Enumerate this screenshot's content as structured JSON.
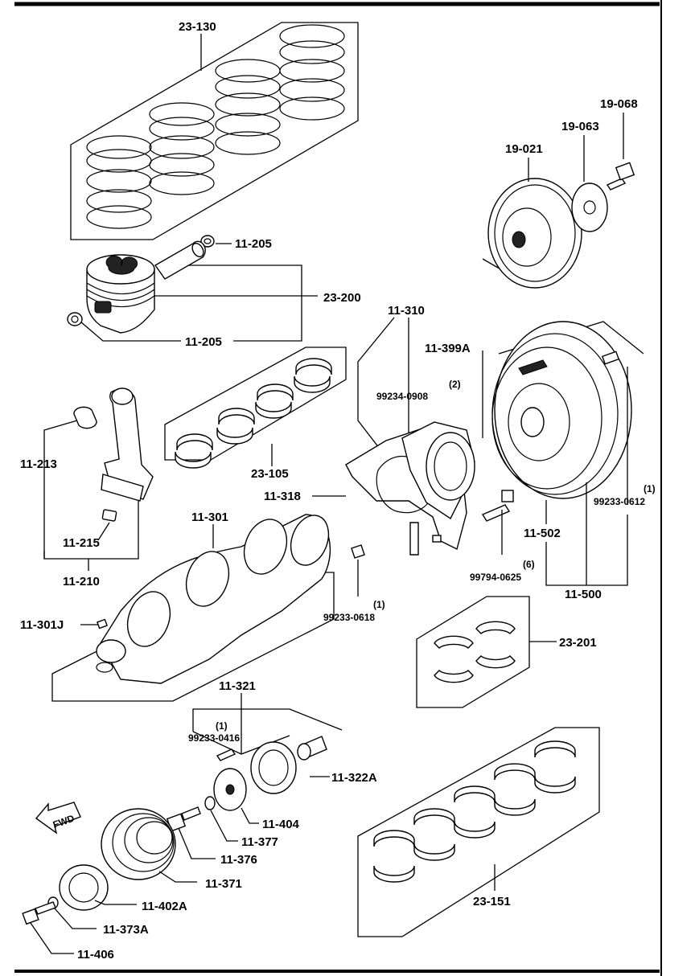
{
  "callouts": {
    "c23_130": "23-130",
    "c11_205_top": "11-205",
    "c23_200": "23-200",
    "c11_205_bot": "11-205",
    "c23_105": "23-105",
    "c11_213": "11-213",
    "c11_215": "11-215",
    "c11_210": "11-210",
    "c11_301": "11-301",
    "c11_301J": "11-301J",
    "c11_310": "11-310",
    "c11_399A": "11-399A",
    "c99234_qty": "(2)",
    "c99234": "99234-0908",
    "c11_318": "11-318",
    "c99233_0618_qty": "(1)",
    "c99233_0618": "99233-0618",
    "c19_021": "19-021",
    "c19_063": "19-063",
    "c19_068": "19-068",
    "c99233_0612_qty": "(1)",
    "c99233_0612": "99233-0612",
    "c11_502": "11-502",
    "c99794_qty": "(6)",
    "c99794": "99794-0625",
    "c11_500": "11-500",
    "c23_201": "23-201",
    "c11_321": "11-321",
    "c99233_0416_qty": "(1)",
    "c99233_0416": "99233-0416",
    "c11_322A": "11-322A",
    "c11_404": "11-404",
    "c11_377": "11-377",
    "c11_376": "11-376",
    "c11_371": "11-371",
    "c11_402A": "11-402A",
    "c11_373A": "11-373A",
    "c11_406": "11-406",
    "c23_151": "23-151",
    "fwd": "FWD"
  }
}
